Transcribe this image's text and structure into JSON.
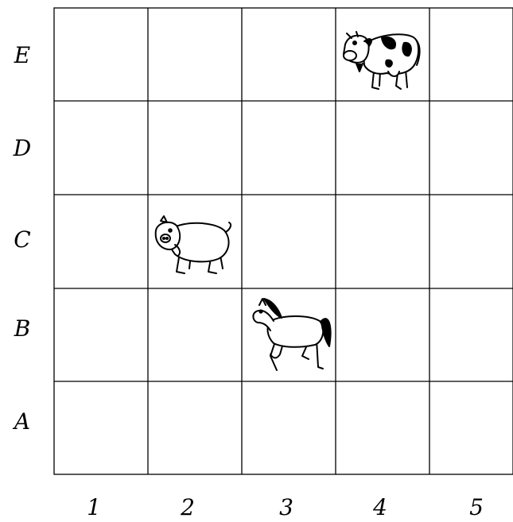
{
  "grid": {
    "rows": [
      "E",
      "D",
      "C",
      "B",
      "A"
    ],
    "columns": [
      "1",
      "2",
      "3",
      "4",
      "5"
    ]
  },
  "animals": [
    {
      "name": "cow",
      "row": "E",
      "column": "4"
    },
    {
      "name": "pig",
      "row": "C",
      "column": "2"
    },
    {
      "name": "horse",
      "row": "B",
      "column": "3"
    }
  ]
}
